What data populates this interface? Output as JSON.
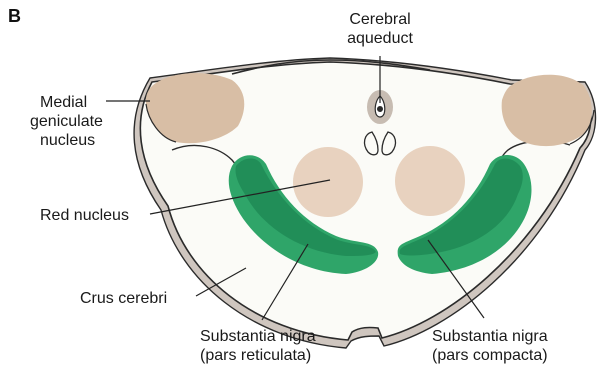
{
  "figure": {
    "panel_letter": "B",
    "colors": {
      "outline": "#2b2b2b",
      "tissue_fill": "#fbfbf7",
      "border_band": "#cfc6bf",
      "nucleus_tan": "#e8d2bf",
      "geniculate_tan": "#d8bea5",
      "aqueduct_gray": "#c7bcb2",
      "nigra_green": "#2fa569",
      "nigra_dark": "#1f8a56",
      "leader_line": "#222222"
    }
  },
  "labels": {
    "cerebral_aqueduct": [
      "Cerebral",
      "aqueduct"
    ],
    "medial_geniculate": [
      "Medial",
      "geniculate",
      "nucleus"
    ],
    "red_nucleus": "Red nucleus",
    "crus_cerebri": "Crus cerebri",
    "substantia_nigra_reticulata": [
      "Substantia nigra",
      "(pars reticulata)"
    ],
    "substantia_nigra_compacta": [
      "Substantia nigra",
      "(pars compacta)"
    ]
  }
}
